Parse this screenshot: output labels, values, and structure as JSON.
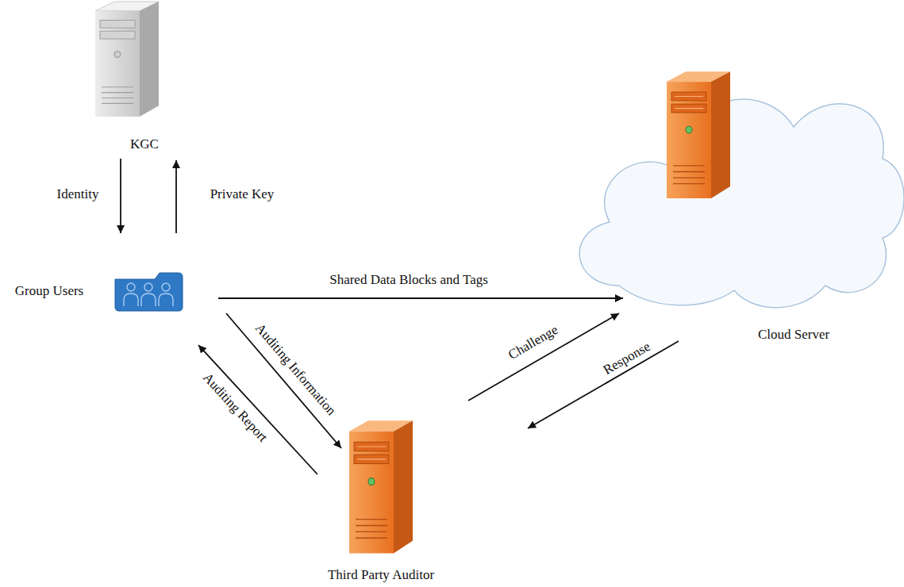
{
  "diagram": {
    "nodes": [
      {
        "text": [
          "KGC"
        ]
      },
      {
        "text": [
          "Group Users"
        ]
      },
      {
        "text": [
          "Cloud Server"
        ]
      },
      {
        "text": [
          "Third Party Auditor"
        ]
      }
    ],
    "edges": [
      {
        "from": 0,
        "to": 1,
        "label": "Identity",
        "arrow": "to"
      },
      {
        "from": 1,
        "to": 0,
        "label": "Private Key",
        "arrow": "to"
      },
      {
        "from": 1,
        "to": 2,
        "label": "Shared Data Blocks and Tags",
        "arrow": "to"
      },
      {
        "from": 1,
        "to": 3,
        "label": "Auditing Information",
        "arrow": "to"
      },
      {
        "from": 3,
        "to": 1,
        "label": "Auditing Report",
        "arrow": "to"
      },
      {
        "from": 3,
        "to": 2,
        "label": "Challenge",
        "arrow": "to"
      },
      {
        "from": 2,
        "to": 3,
        "label": "Response",
        "arrow": "to"
      }
    ]
  }
}
